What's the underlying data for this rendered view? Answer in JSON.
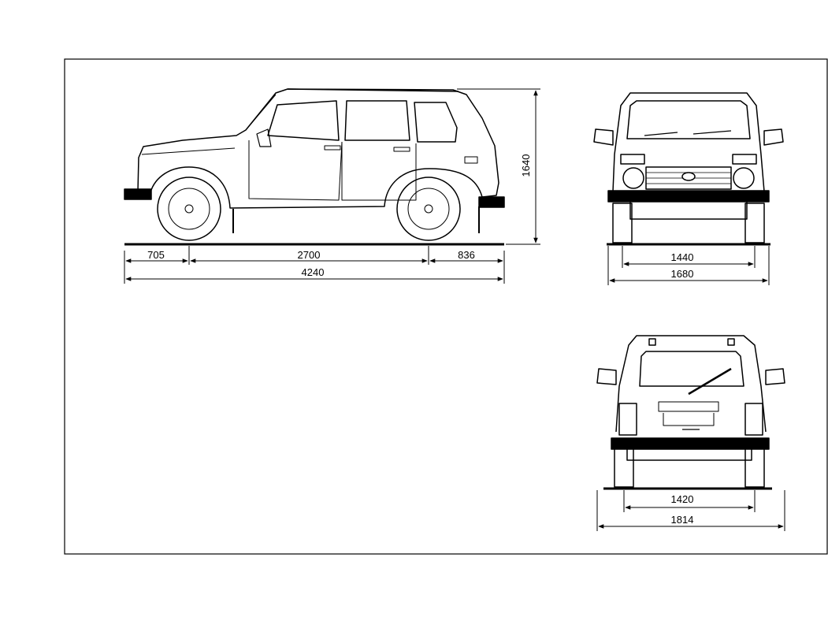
{
  "dimensions": {
    "side": {
      "front_overhang": "705",
      "wheelbase": "2700",
      "rear_overhang": "836",
      "overall_length": "4240",
      "overall_height": "1640"
    },
    "front": {
      "track": "1440",
      "overall_width": "1680"
    },
    "rear": {
      "track": "1420",
      "overall_width_mirrors": "1814"
    }
  },
  "colors": {
    "line": "#000000",
    "background": "#ffffff"
  }
}
